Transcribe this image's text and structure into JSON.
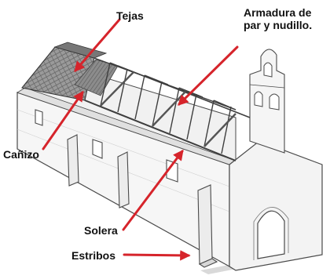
{
  "labels": {
    "tejas": "Tejas",
    "armadura_line1": "Armadura de",
    "armadura_line2": "par y nudillo.",
    "canizo": "Cañizo",
    "solera": "Solera",
    "estribos": "Estribos"
  },
  "colors": {
    "arrow": "#d6242b",
    "ink": "#4a4a4a",
    "wall": "#f4f4f4",
    "tile": "#8a8a8a"
  }
}
